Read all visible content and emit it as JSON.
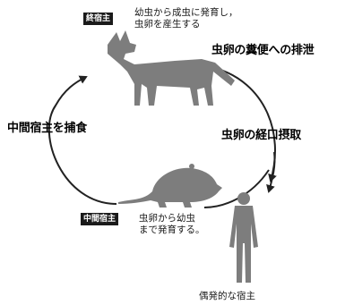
{
  "definitive_host": {
    "badge": "終宿主",
    "note_line1": "幼虫から成虫に発育し，",
    "note_line2": "虫卵を産生する",
    "animal_icon": "fox-icon"
  },
  "intermediate_host": {
    "badge": "中間宿主",
    "note_line1": "虫卵から幼虫",
    "note_line2": "まで発育する。",
    "animal_icon": "vole-icon"
  },
  "accidental_host": {
    "label": "偶発的な宿主",
    "icon": "human-icon"
  },
  "arrows": {
    "excretion": "虫卵の糞便への排泄",
    "predation": "中間宿主を捕食",
    "ingestion": "虫卵の経口摂取"
  },
  "colors": {
    "badge_bg": "#1a1a1a",
    "silhouette": "#7d7d7d",
    "arrow": "#222222"
  }
}
